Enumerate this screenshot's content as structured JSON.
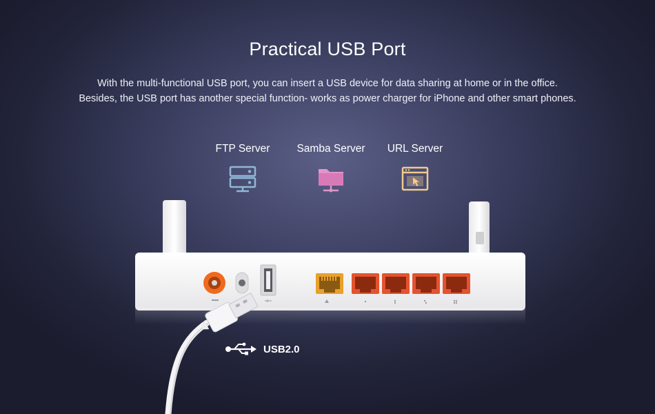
{
  "heading": "Practical USB Port",
  "description": [
    "With the multi-functional USB port, you can insert a USB device for data sharing at home or in the office.",
    "Besides, the USB port has another special function- works as power charger for iPhone and other smart phones."
  ],
  "features": [
    {
      "label": "FTP Server",
      "icon": "server-icon",
      "color": "#8fb8d8"
    },
    {
      "label": "Samba Server",
      "icon": "folder-network-icon",
      "color": "#e394c8"
    },
    {
      "label": "URL Server",
      "icon": "browser-cursor-icon",
      "color": "#f2c98c"
    }
  ],
  "usb_label": "USB2.0",
  "colors": {
    "accent_orange": "#f06a1e",
    "wan_port": "#e9a12a",
    "lan_port": "#e4532e",
    "router_body": "#f2f2f2"
  }
}
